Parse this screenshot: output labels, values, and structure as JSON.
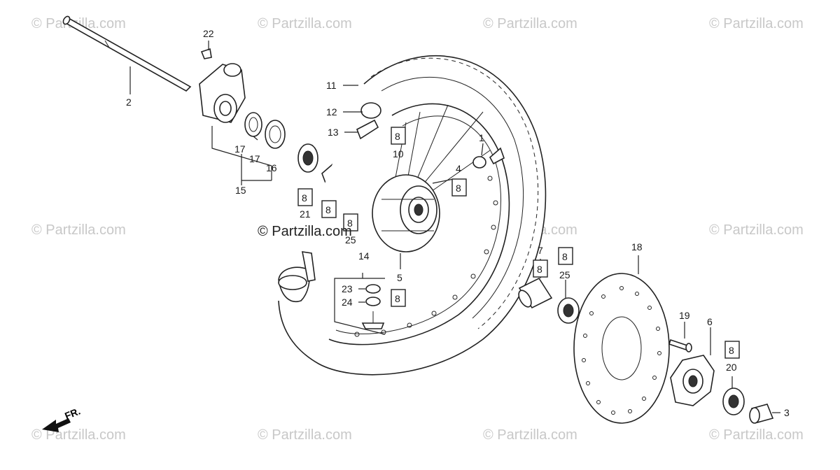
{
  "watermark": "© Partzilla.com",
  "center_watermark": "© Partzilla.com",
  "front_indicator": "FR.",
  "icons": {
    "arrow": "front-arrow-icon"
  },
  "labels": {
    "n1": "1",
    "n2": "2",
    "n3": "3",
    "n4": "4",
    "n5": "5",
    "n6": "6",
    "n7": "7",
    "n10": "10",
    "n11": "11",
    "n12": "12",
    "n13": "13",
    "n14": "14",
    "n15": "15",
    "n16": "16",
    "n17a": "17",
    "n17b": "17",
    "n18": "18",
    "n19": "19",
    "n20": "20",
    "n21": "21",
    "n22": "22",
    "n23": "23",
    "n24": "24",
    "n25a": "25",
    "n25b": "25",
    "boxed": "8"
  }
}
